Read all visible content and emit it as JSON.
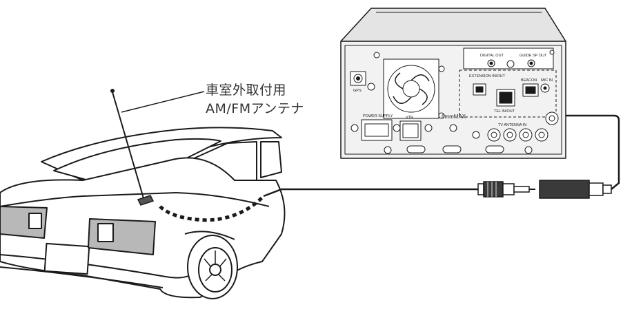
{
  "callout": {
    "line1": "車室外取付用",
    "line2": "AM/FMアンテナ"
  },
  "unit_labels": {
    "digital_out": "DIGITAL OUT",
    "guide_sp_out": "GUIDE SP OUT",
    "extension_inout": "EXTENSION IN/OUT",
    "beacon": "BEACON",
    "mic_in": "MIC IN",
    "gps": "GPS",
    "tel_inout": "TEL IN/OUT",
    "power_supply": "POWER SUPPLY",
    "vtr": "VTR",
    "screw_spec": "6mmMAX",
    "tv_antenna_in": "TV ANTENNA IN"
  },
  "colors": {
    "line": "#1a1a1a",
    "unit_body": "#f2f2f2",
    "unit_top": "#e4e4e4",
    "car_body": "#ffffff",
    "tail_light": "#b8b8b8",
    "plug_body": "#3a3a3a"
  }
}
